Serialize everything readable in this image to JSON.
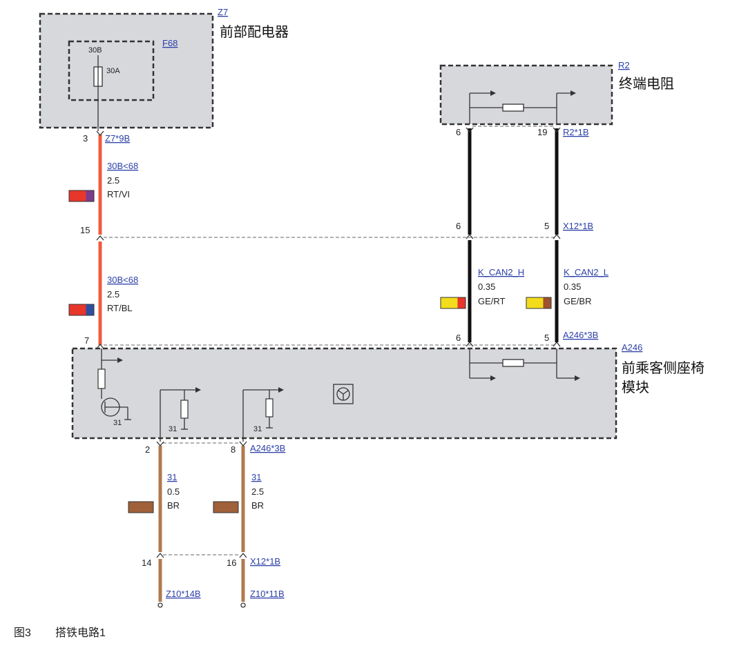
{
  "components": {
    "z7": {
      "id": "Z7",
      "name": "前部配电器"
    },
    "f68": {
      "id": "F68",
      "terminal": "30B",
      "rating": "30A"
    },
    "r2": {
      "id": "R2",
      "name": "终端电阻"
    },
    "a246": {
      "id": "A246",
      "name_line1": "前乘客侧座椅",
      "name_line2": "模块"
    }
  },
  "connectors": {
    "z7_9b": {
      "label": "Z7*9B",
      "pin": "3"
    },
    "r2_1b": {
      "label": "R2*1B",
      "pin_left": "6",
      "pin_right": "19"
    },
    "x12_1b_top": {
      "label": "X12*1B",
      "pin_left": "15",
      "pin_mid": "6",
      "pin_right": "5"
    },
    "a246_3b_top": {
      "label": "A246*3B",
      "pin_left": "7",
      "pin_mid": "6",
      "pin_right": "5"
    },
    "a246_3b_bottom": {
      "label": "A246*3B",
      "pin_left": "2",
      "pin_right": "8"
    },
    "x12_1b_bottom": {
      "label": "X12*1B",
      "pin_left": "14",
      "pin_right": "16"
    }
  },
  "wires": {
    "w1": {
      "signal": "30B<68",
      "gauge": "2.5",
      "color_code": "RT/VI",
      "colors": [
        "#e8362a",
        "#7b3a8c"
      ]
    },
    "w2": {
      "signal": "30B<68",
      "gauge": "2.5",
      "color_code": "RT/BL",
      "colors": [
        "#e8362a",
        "#2e4fa0"
      ]
    },
    "can_h": {
      "signal": "K_CAN2_H",
      "gauge": "0.35",
      "color_code": "GE/RT",
      "colors": [
        "#f2dc1c",
        "#e8362a"
      ]
    },
    "can_l": {
      "signal": "K_CAN2_L",
      "gauge": "0.35",
      "color_code": "GE/BR",
      "colors": [
        "#f2dc1c",
        "#a0522d"
      ]
    },
    "gnd1": {
      "signal": "31",
      "gauge": "0.5",
      "color_code": "BR",
      "colors": [
        "#a0603a"
      ]
    },
    "gnd2": {
      "signal": "31",
      "gauge": "2.5",
      "color_code": "BR",
      "colors": [
        "#a0603a"
      ]
    }
  },
  "grounds": {
    "g1": "Z10*14B",
    "g2": "Z10*11B"
  },
  "internal_labels": {
    "gnd": "31"
  },
  "colors": {
    "power_wire": "#f05a3c",
    "can_wire": "#111111",
    "ground_wire": "#b07a4e",
    "box_fill": "#d7d8dc"
  },
  "caption": {
    "fig": "图3",
    "title": "搭铁电路1"
  }
}
